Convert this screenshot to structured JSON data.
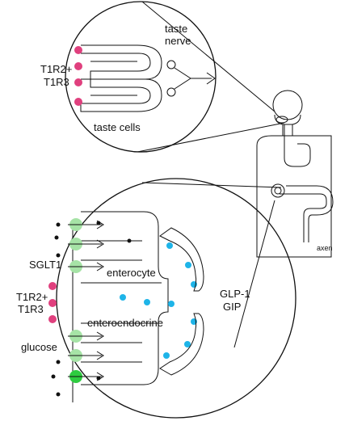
{
  "labels": {
    "taste_nerve_1": "taste",
    "taste_nerve_2": "nerve",
    "receptor_top_1": "T1R2+",
    "receptor_top_2": "T1R3",
    "taste_cells": "taste cells",
    "sglt1": "SGLT1",
    "enterocyte": "enterocyte",
    "receptor_bottom_1": "T1R2+",
    "receptor_bottom_2": "T1R3",
    "enteroendocrine": "enteroendocrine",
    "glucose": "glucose",
    "hormone_1": "GLP-1",
    "hormone_2": "GIP",
    "body_label": "axen"
  },
  "colors": {
    "receptor": "#e0407e",
    "transporter": "#a6e3a6",
    "transporter_active": "#2ecc40",
    "hormone": "#1eb4e8",
    "glucose": "#111111",
    "line": "#111111"
  }
}
